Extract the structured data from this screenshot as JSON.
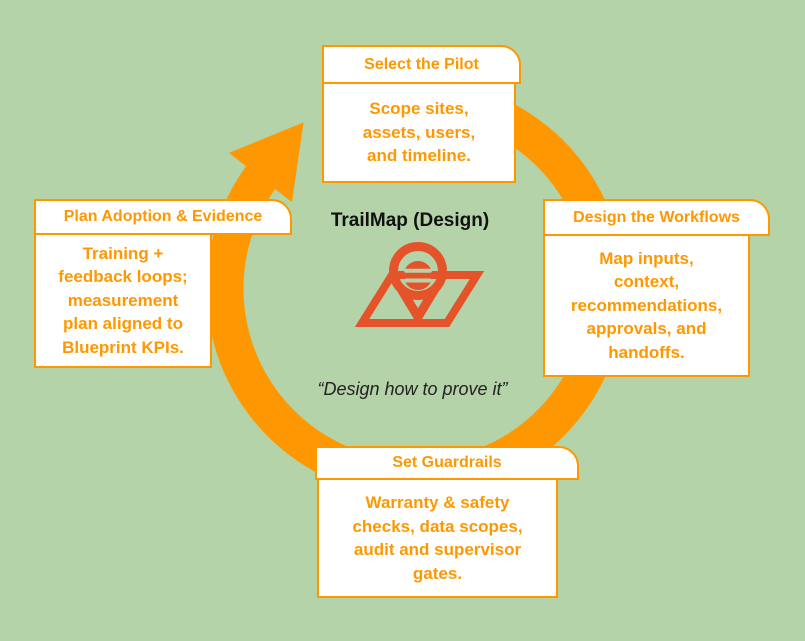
{
  "diagram": {
    "title": "TrailMap (Design)",
    "quote": "“Design how to prove it”"
  },
  "stages": [
    {
      "title": "Select the Pilot",
      "body": "Scope sites,\nassets, users,\nand timeline."
    },
    {
      "title": "Design the Workflows",
      "body": "Map inputs,\ncontext,\nrecommendations,\napprovals, and\nhandoffs."
    },
    {
      "title": "Set Guardrails",
      "body": "Warranty & safety\nchecks, data scopes,\naudit and supervisor\ngates."
    },
    {
      "title": "Plan Adoption & Evidence",
      "body": "Training +\nfeedback loops;\nmeasurement\nplan aligned to\nBlueprint KPIs."
    }
  ],
  "icons": {
    "cycle_arrow": "clockwise-circular-arrow",
    "logo": "map-pin-over-folded-map"
  },
  "colors": {
    "background": "#B5D3A8",
    "accent_orange": "#FF9800",
    "box_fill": "#FFFFFF",
    "logo_orange_red": "#E5532B",
    "heading_text": "#111111",
    "quote_text": "#222222"
  }
}
